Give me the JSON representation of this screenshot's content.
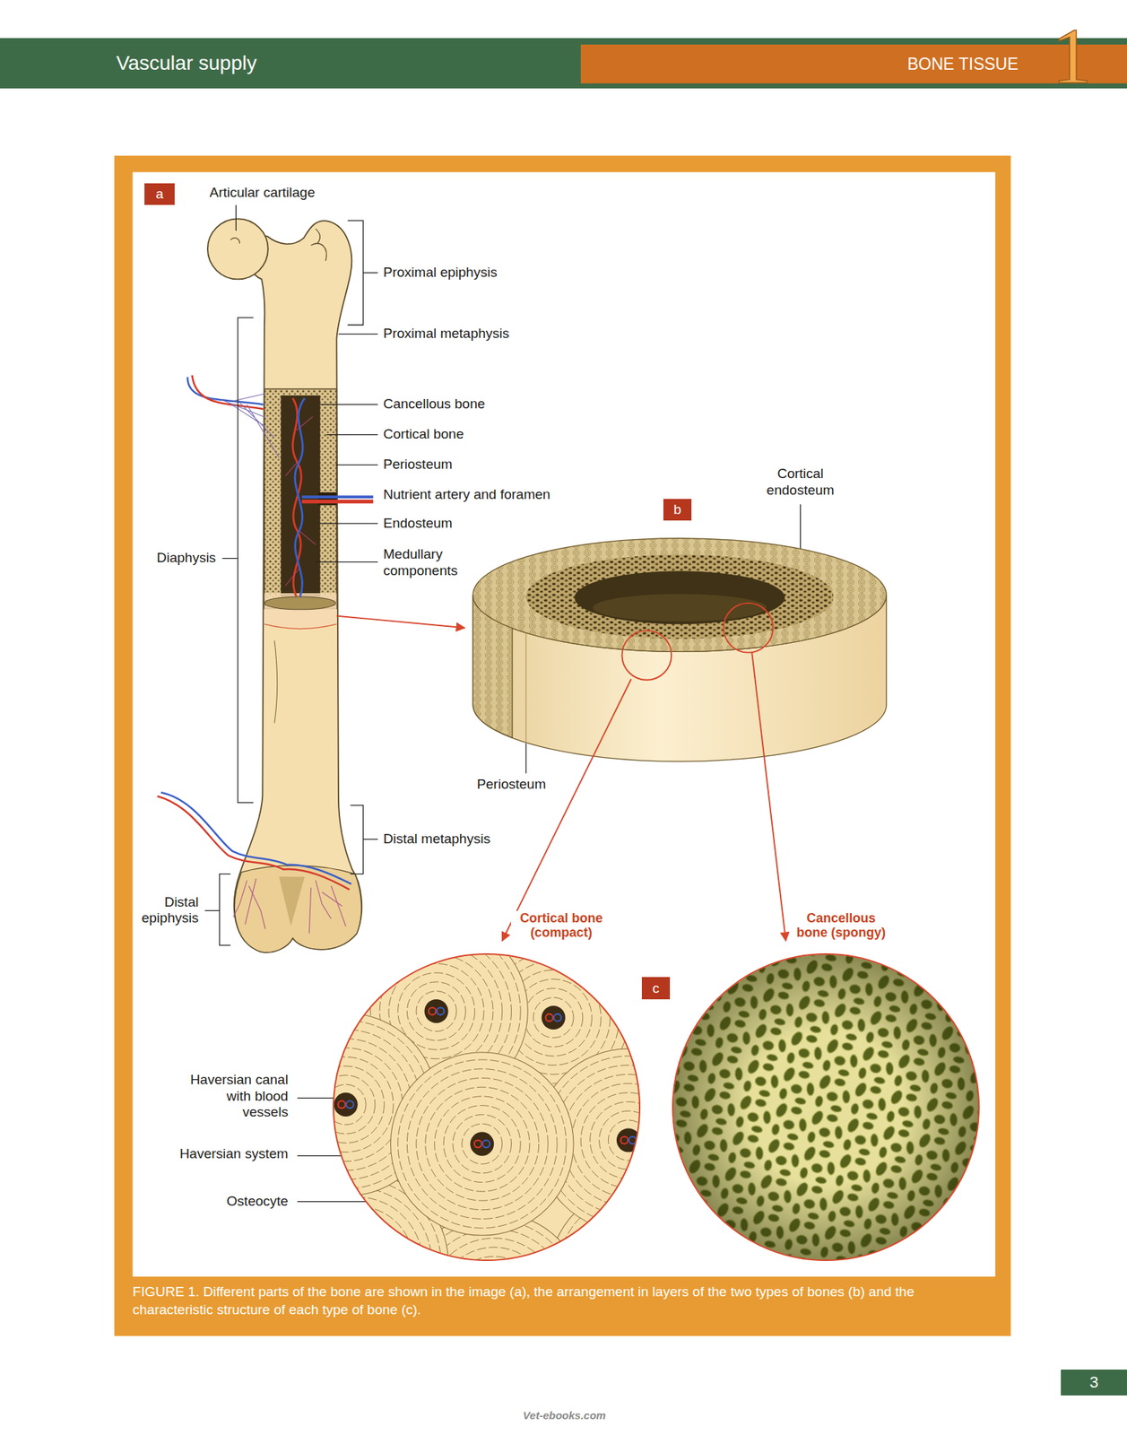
{
  "diagram": {
    "caption": "FIGURE 1. Different parts of the bone are shown in the image (a), the arrangement in layers of the two types of bones (b) and the characteristic structure of each type of bone (c).",
    "nodes": [
      {
        "text": [
          "Vascular supply"
        ]
      },
      {
        "text": [
          "BONE TISSUE",
          "1"
        ],
        "in": 0
      },
      {
        "text": [
          "a"
        ]
      },
      {
        "text": [
          "b"
        ]
      },
      {
        "text": [
          "Cortical bone (compact)"
        ]
      },
      {
        "text": [
          "Cancellous bone (spongy)"
        ]
      },
      {
        "text": [
          "c"
        ]
      },
      {
        "text": [
          "3"
        ]
      }
    ],
    "labels": [
      "Articular cartilage",
      "Proximal epiphysis",
      "Proximal metaphysis",
      "Cancellous bone",
      "Cortical bone",
      "Periosteum",
      "Nutrient artery and foramen",
      "Endosteum",
      "Medullary components",
      "Diaphysis",
      "Cortical endosteum",
      "Periosteum",
      "Distal metaphysis",
      "Distal epiphysis",
      "Haversian canal with blood vessels",
      "Haversian system",
      "Osteocyte",
      "Vet-ebooks.com"
    ]
  }
}
